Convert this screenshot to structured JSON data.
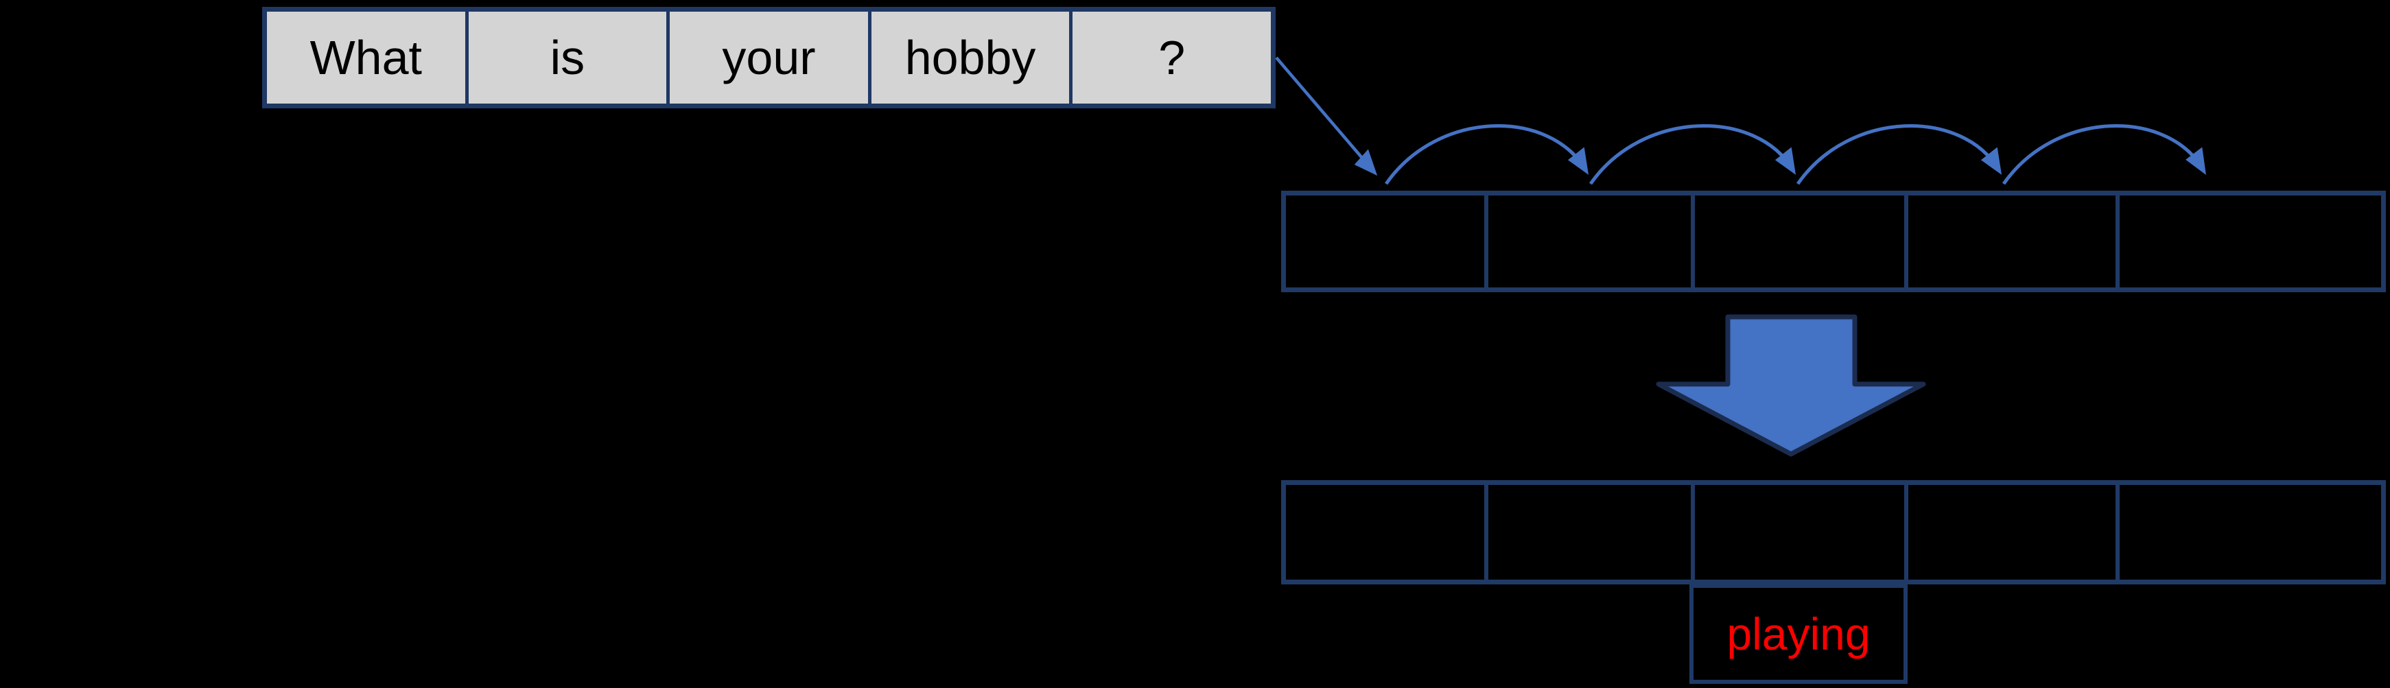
{
  "sentence": {
    "words": [
      "What",
      "is",
      "your",
      "hobby",
      "?"
    ]
  },
  "hidden_state_row": {
    "cell_count": 5
  },
  "output_row": {
    "cell_count": 5
  },
  "output": {
    "word": "playing"
  },
  "colors": {
    "background": "#000000",
    "word_cell_fill": "#D4D4D4",
    "word_cell_border": "#1F3864",
    "word_text": "#000000",
    "box_border": "#203A66",
    "arrow_blue": "#4472C4",
    "block_arrow_fill": "#4472C4",
    "block_arrow_outline": "#1B2C4F",
    "output_text": "#FF0000"
  },
  "icons": {
    "flow_arrow": "down-right-arrow",
    "recurrence_arc": "hop-arc-arrow",
    "transform_arrow": "block-down-arrow"
  }
}
